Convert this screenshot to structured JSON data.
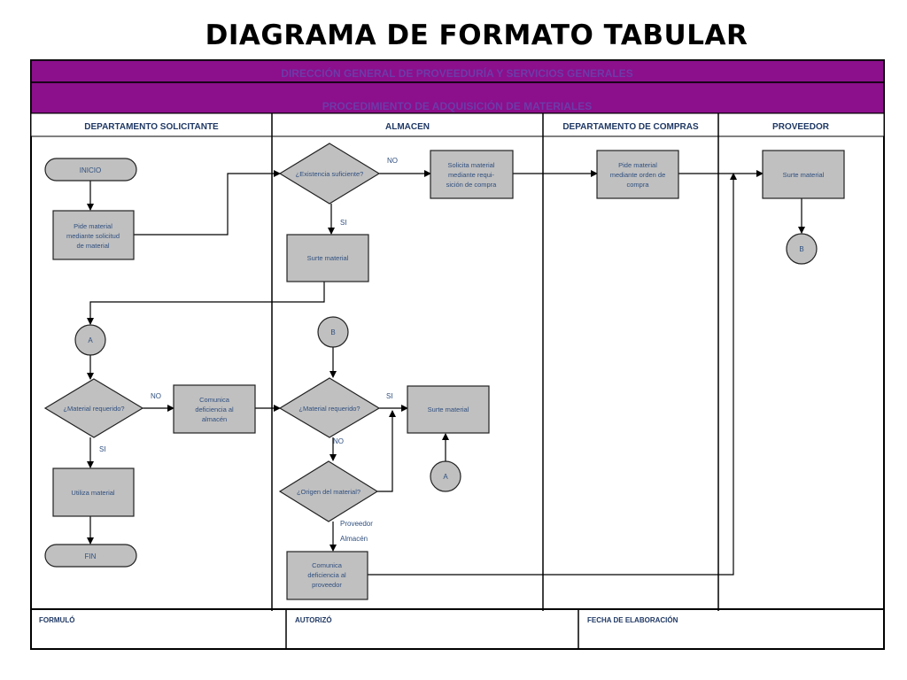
{
  "title": "DIAGRAMA DE FORMATO TABULAR",
  "header": {
    "organization": "DIRECCIÓN GENERAL DE PROVEEDURÍA Y SERVICIOS GENERALES",
    "procedure": "PROCEDIMIENTO DE ADQUISICIÓN DE MATERIALES"
  },
  "lanes": [
    "DEPARTAMENTO SOLICITANTE",
    "ALMACEN",
    "DEPARTAMENTO DE COMPRAS",
    "PROVEEDOR"
  ],
  "nodes": {
    "inicio": "INICIO",
    "pide_solicitud": [
      "Pide material",
      "mediante solicitud",
      "de material"
    ],
    "conn_a_1": "A",
    "material_requerido_1": "¿Material requerido?",
    "comunica_almacen": [
      "Comunica",
      "deficiencia al",
      "almacén"
    ],
    "utiliza_material": "Utiliza material",
    "fin": "FIN",
    "existencia": "¿Existencia suficiente?",
    "surte_material_1": "Surte material",
    "solicita_requisicion": [
      "Solicita material",
      "mediante requi-",
      "sición de compra"
    ],
    "conn_b_1": "B",
    "material_requerido_2": "¿Material requerido?",
    "surte_material_2": "Surte material",
    "conn_a_2": "A",
    "origen": "¿Origen del material?",
    "comunica_proveedor": [
      "Comunica",
      "deficiencia al",
      "proveedor"
    ],
    "pide_orden": [
      "Pide material",
      "mediante orden de",
      "compra"
    ],
    "surte_material_3": "Surte material",
    "conn_b_2": "B"
  },
  "edge_labels": {
    "no_1": "NO",
    "si_1": "SI",
    "no_2": "NO",
    "si_2": "SI",
    "si_3": "SI",
    "no_3": "NO",
    "proveedor": "Proveedor",
    "almacen": "Almacén"
  },
  "footer": {
    "formulo": "FORMULÓ",
    "autorizo": "AUTORIZÓ",
    "fecha": "FECHA DE ELABORACIÓN"
  },
  "colors": {
    "header_band": "#8c0f8c",
    "header_text": "#6e3aa8",
    "shape_fill": "#c0c0c0",
    "lane_text": "#1f3864",
    "node_text": "#2f4f7f"
  }
}
